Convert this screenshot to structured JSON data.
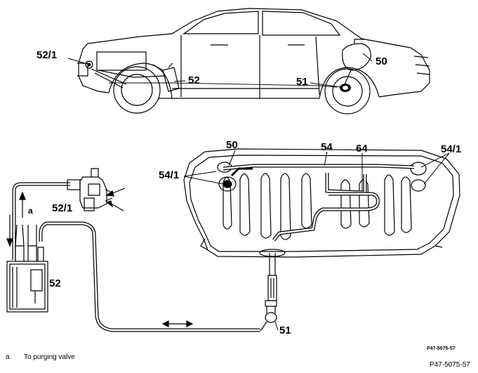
{
  "labels": {
    "car_52_1": "52/1",
    "car_52": "52",
    "car_51": "51",
    "car_50": "50",
    "tank_50": "50",
    "tank_54": "54",
    "tank_64": "64",
    "tank_54_1_left": "54/1",
    "tank_54_1_right": "54/1",
    "canister_52_1": "52/1",
    "canister_52": "52",
    "canister_a": "a",
    "line_51": "51"
  },
  "legend": {
    "key": "a",
    "text": "To purging valve"
  },
  "stamp": "P47-5075-57",
  "doc_id": "P47-5075-57"
}
